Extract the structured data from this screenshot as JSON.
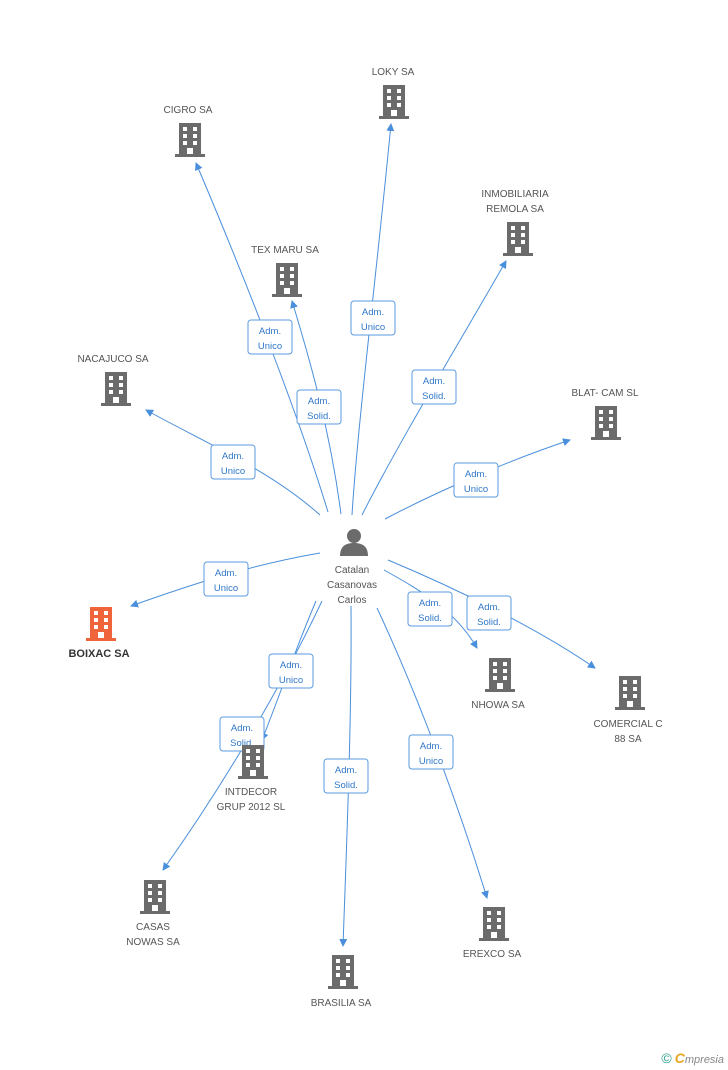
{
  "person": {
    "label_lines": [
      "Catalan",
      "Casanovas",
      "Carlos"
    ],
    "icon": "person-icon"
  },
  "companies": [
    {
      "id": "loky",
      "label_lines": [
        "LOKY SA"
      ]
    },
    {
      "id": "cigro",
      "label_lines": [
        "CIGRO SA"
      ]
    },
    {
      "id": "inmobiliaria",
      "label_lines": [
        "INMOBILIARIA",
        "REMOLA SA"
      ]
    },
    {
      "id": "texmaru",
      "label_lines": [
        "TEX MARU SA"
      ]
    },
    {
      "id": "nacajuco",
      "label_lines": [
        "NACAJUCO SA"
      ]
    },
    {
      "id": "blatcam",
      "label_lines": [
        "BLAT- CAM SL"
      ]
    },
    {
      "id": "boixac",
      "label_lines": [
        "BOIXAC SA"
      ],
      "highlight": true
    },
    {
      "id": "nhowa",
      "label_lines": [
        "NHOWA SA"
      ]
    },
    {
      "id": "comercial",
      "label_lines": [
        "COMERCIAL C",
        "88 SA"
      ]
    },
    {
      "id": "intdecor",
      "label_lines": [
        "INTDECOR",
        "GRUP 2012 SL"
      ]
    },
    {
      "id": "casas",
      "label_lines": [
        "CASAS",
        "NOWAS SA"
      ]
    },
    {
      "id": "brasilia",
      "label_lines": [
        "BRASILIA SA"
      ]
    },
    {
      "id": "erexco",
      "label_lines": [
        "EREXCO SA"
      ]
    }
  ],
  "relations": [
    {
      "to": "cigro",
      "label_lines": [
        "Adm.",
        "Unico"
      ]
    },
    {
      "to": "loky",
      "label_lines": [
        "Adm.",
        "Unico"
      ]
    },
    {
      "to": "texmaru",
      "label_lines": [
        "Adm.",
        "Solid."
      ]
    },
    {
      "to": "inmobiliaria",
      "label_lines": [
        "Adm.",
        "Solid."
      ]
    },
    {
      "to": "nacajuco",
      "label_lines": [
        "Adm.",
        "Unico"
      ]
    },
    {
      "to": "blatcam",
      "label_lines": [
        "Adm.",
        "Unico"
      ]
    },
    {
      "to": "boixac",
      "label_lines": [
        "Adm.",
        "Unico"
      ]
    },
    {
      "to": "nhowa",
      "label_lines": [
        "Adm.",
        "Solid."
      ]
    },
    {
      "to": "comercial",
      "label_lines": [
        "Adm.",
        "Solid."
      ]
    },
    {
      "to": "casas",
      "label_lines": [
        "Adm.",
        "Unico"
      ]
    },
    {
      "to": "intdecor",
      "label_lines": [
        "Adm.",
        "Solid."
      ]
    },
    {
      "to": "brasilia",
      "label_lines": [
        "Adm.",
        "Solid."
      ]
    },
    {
      "to": "erexco",
      "label_lines": [
        "Adm.",
        "Unico"
      ]
    }
  ],
  "colors": {
    "edge": "#4a8fdb",
    "building": "#6b6b6b",
    "highlight": "#f0643c"
  },
  "watermark": {
    "copyright": "©",
    "brand_initial": "C",
    "brand_rest": "mpresia"
  }
}
